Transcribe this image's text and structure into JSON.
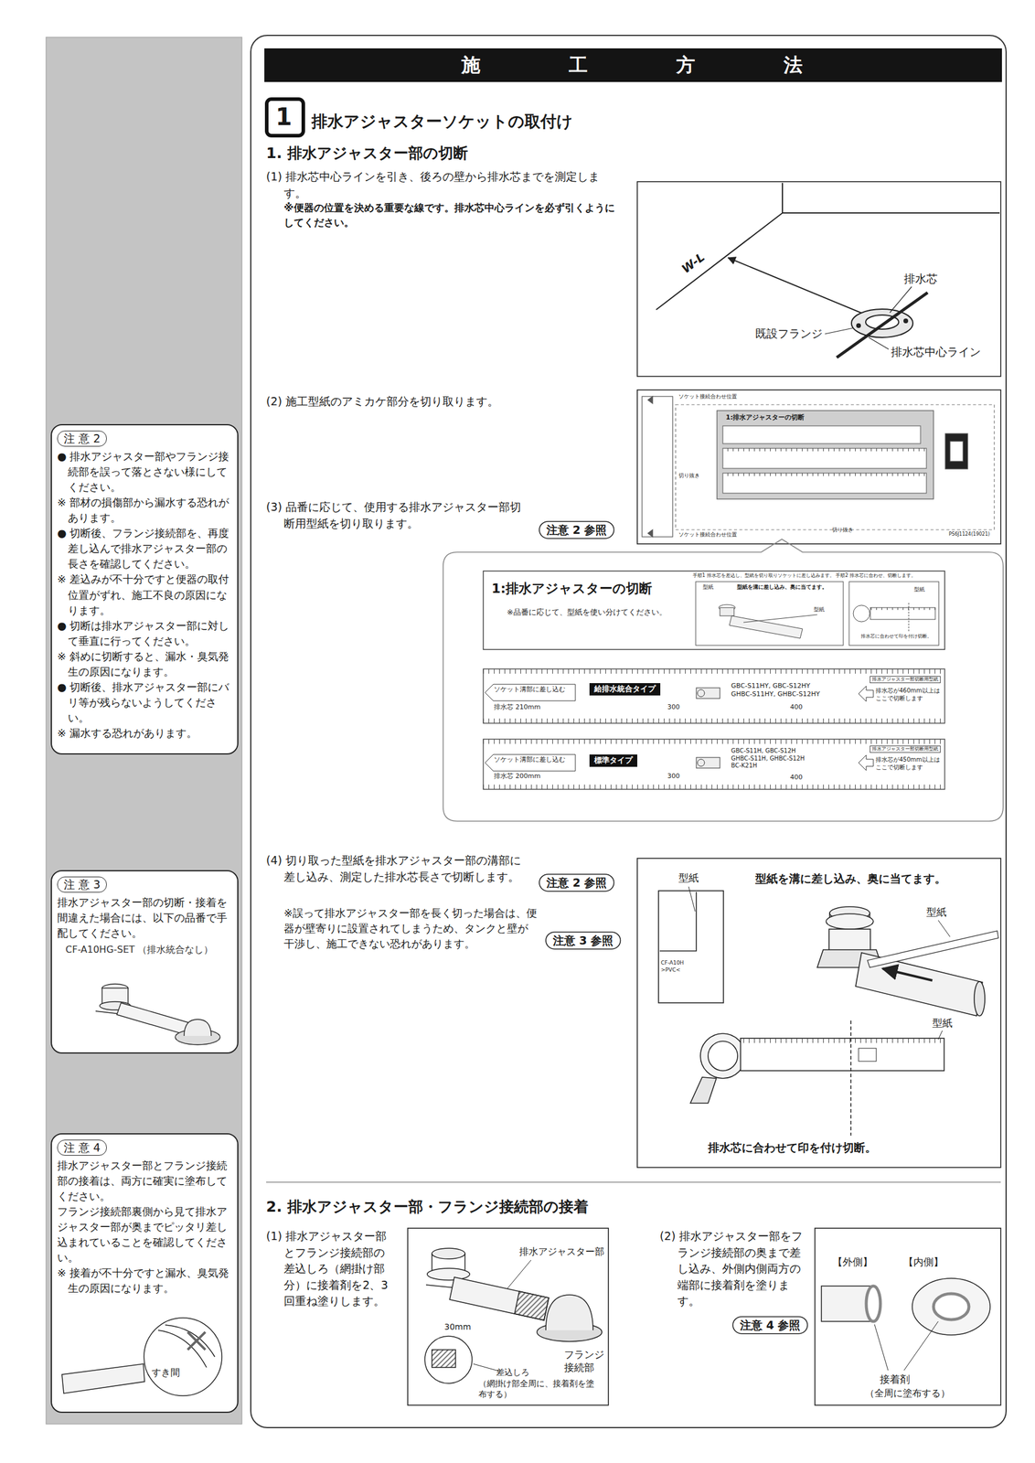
{
  "diagram": {
    "nodes": [
      {
        "text": [
          "施工方法"
        ]
      },
      {
        "text": [
          "1"
        ]
      },
      {
        "text": [
          "W-L",
          "排水芯",
          "既設フランジ",
          "排水芯中心ライン"
        ]
      },
      {
        "text": [
          "ソケット接続合わせ位置",
          "1:排水アジャスターの切断",
          "切り抜き",
          "切り抜き",
          "ソケット接続合わせ位置",
          "PS6J1124(19021)"
        ]
      },
      {
        "text": [
          "注意 2 参照"
        ]
      },
      {
        "text": [
          "1:排水アジャスターの切断",
          "※品番に応じて、型紙を使い分けてください。",
          "手順1 排水芯を差込し、型紙を切り取りソケットに差し込みます。 手順2 排水芯に合わせ、切断します。",
          "型紙",
          "型紙を溝に差し込み、奥に当てます。",
          "型紙",
          "型紙",
          "排水芯に合わせて印を付け切断。"
        ]
      },
      {
        "text": [
          "ソケット溝部に差し込む",
          "排水芯 210mm",
          "300",
          "GBC-S11HY, GBC-S12HY GHBC-S11HY, GHBC-S12HY",
          "400",
          "排水芯が460mm以上はここで切断します",
          "排水アジャスター部切断用型紙"
        ]
      },
      {
        "text": [
          "給排水統合タイプ"
        ],
        "in": 6
      },
      {
        "text": [
          "ソケット溝部に差し込む",
          "排水芯 200mm",
          "300",
          "GBC-S11H, GBC-S12H GHBC-S11H, GHBC-S12H BC-K21H",
          "400",
          "排水芯が450mm以上はここで切断します",
          "排水アジャスター部切断用型紙"
        ]
      },
      {
        "text": [
          "標準タイプ"
        ],
        "in": 8
      },
      {
        "text": [
          "注意 2 参照"
        ]
      },
      {
        "text": [
          "注意 3 参照"
        ]
      },
      {
        "text": [
          "型紙",
          "型紙を溝に差し込み、奥に当てます。",
          "型紙",
          "CF-A10H >PVC<",
          "型紙",
          "排水芯に合わせて印を付け切断。"
        ]
      },
      {
        "text": [
          "排水アジャスター部",
          "30mm",
          "フランジ 接続部",
          "差込しろ",
          "（網掛け部全周に、接着剤を塗布する）"
        ]
      },
      {
        "text": [
          "注意 4 参照"
        ]
      },
      {
        "text": [
          "【外側】",
          "【内側】",
          "接着剤",
          "（全周に塗布する）"
        ]
      },
      {
        "text": [
          "注 意 2",
          "● 排水アジャスター部やフランジ接続部を誤って落とさない様にしてください。",
          "※ 部材の損傷部から漏水する恐れがあります。",
          "● 切断後、フランジ接続部を、再度差し込んで排水アジャスター部の長さを確認してください。",
          "※ 差込みが不十分ですと便器の取付位置がずれ、施工不良の原因になります。",
          "● 切断は排水アジャスター部に対して垂直に行ってください。",
          "※ 斜めに切断すると、漏水・臭気発生の原因になります。",
          "● 切断後、排水アジャスター部にバリ等が残らないようしてください。",
          "※ 漏水する恐れがあります。"
        ]
      },
      {
        "text": [
          "注 意 3",
          "排水アジャスター部の切断・接着を間違えた場合には、以下の品番で手配してください。",
          "CF-A10HG-SET （排水統合なし）"
        ]
      },
      {
        "text": [
          "注 意 4",
          "排水アジャスター部とフランジ接続部の接着は、両方に確実に塗布してください。",
          "フランジ接続部裏側から見て排水アジャスター部が奥までピッタリ差し込まれていることを確認してください。",
          "※ 接着が不十分ですと漏水、臭気発生の原因になります。",
          "すき間"
        ]
      }
    ],
    "labels": [
      "排水アジャスターソケットの取付け",
      "1. 排水アジャスター部の切断",
      "(1) 排水芯中心ラインを引き、後ろの壁から排水芯までを測定します。",
      "※便器の位置を決める重要な線です。排水芯中心ラインを必ず引くようにしてください。",
      "(2) 施工型紙のアミカケ部分を切り取ります。",
      "(3) 品番に応じて、使用する排水アジャスター部切断用型紙を切り取ります。",
      "(4) 切り取った型紙を排水アジャスター部の溝部に差し込み、測定した排水芯長さで切断します。",
      "※誤って排水アジャスター部を長く切った場合は、便器が壁寄りに設置されてしまうため、タンクと壁が干渉し、施工できない恐れがあります。",
      "2. 排水アジャスター部・フランジ接続部の接着",
      "(1) 排水アジャスター部とフランジ接続部の差込しろ（網掛け部分）に接着剤を2、3回重ね塗りします。",
      "(2) 排水アジャスター部をフランジ接続部の奥まで差し込み、外側内側両方の端部に接着剤を塗ります。"
    ]
  }
}
